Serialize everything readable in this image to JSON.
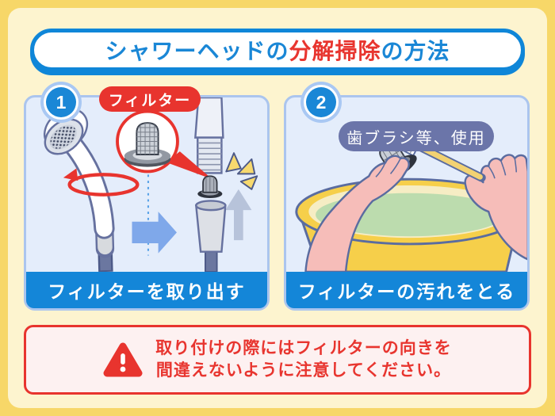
{
  "title": {
    "part1": "シャワーヘッドの",
    "part2": "分解掃除",
    "part3": "の方法"
  },
  "steps": [
    {
      "number": "1",
      "callout_label": "フィルター",
      "caption": "フィルターを取り出す"
    },
    {
      "number": "2",
      "tool_label": "歯ブラシ等、使用",
      "caption": "フィルターの汚れをとる"
    }
  ],
  "warning": {
    "line1": "取り付けの際にはフィルターの向きを",
    "line2": "間違えないように注意してください。"
  },
  "colors": {
    "outer_border_yellow": "#f7d768",
    "page_background": "#fdf4cf",
    "accent_blue": "#1486d8",
    "accent_red": "#e8342e",
    "panel_background": "#e4edfb",
    "panel_border": "#abc5ee",
    "tool_pill_slate": "#6b75a9",
    "warning_background": "#fdf1f1",
    "basin_yellow": "#f6cf4a",
    "water_green": "#bcdcae",
    "hand_pink": "#f6bdb9"
  }
}
